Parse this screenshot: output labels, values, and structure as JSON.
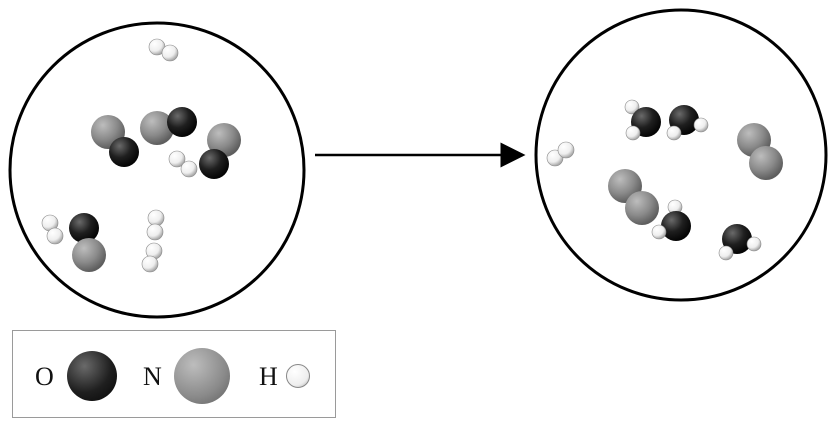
{
  "legend": {
    "items": [
      {
        "label": "O",
        "color": "#1f1f1f"
      },
      {
        "label": "N",
        "color": "#8a8a8a"
      },
      {
        "label": "H",
        "color": "#f2f2f2"
      }
    ]
  },
  "colors": {
    "oxygen": "#1f1f1f",
    "nitrogen": "#8a8a8a",
    "hydrogen": "#f2f2f2",
    "outline": "#000000"
  },
  "reactants": {
    "molecules": [
      "H2",
      "NO",
      "NO",
      "NO",
      "H2",
      "H2",
      "NO",
      "H2",
      "H2"
    ]
  },
  "products": {
    "molecules": [
      "H2",
      "H2O",
      "H2O",
      "N2",
      "N2",
      "H2O",
      "H2O"
    ]
  }
}
